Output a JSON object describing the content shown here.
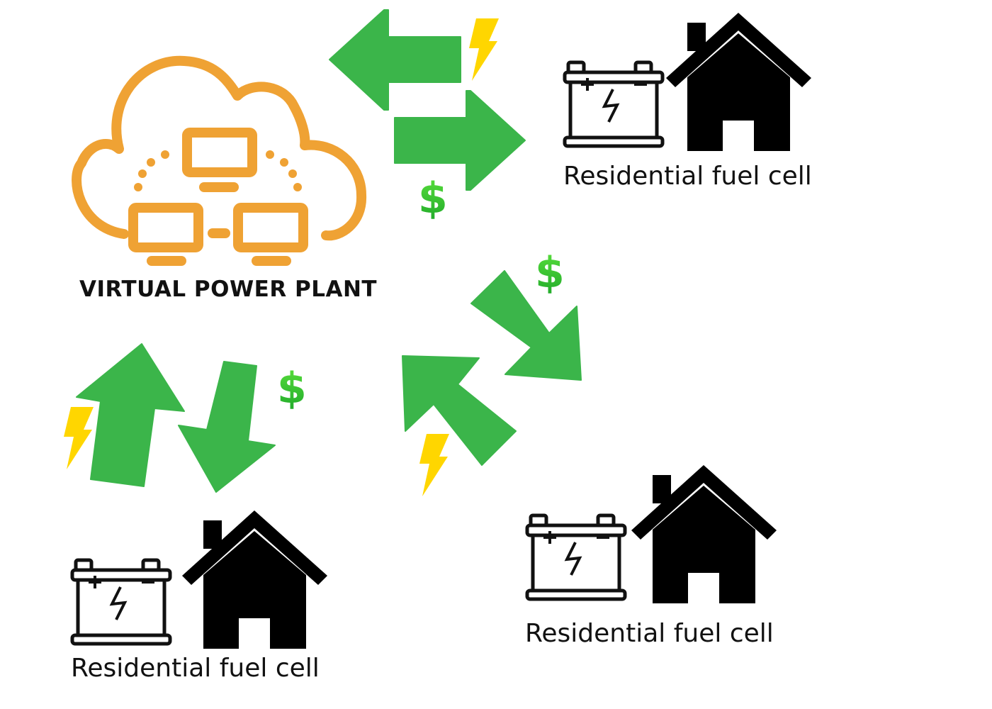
{
  "vpp": {
    "title": "VIRTUAL POWER PLANT",
    "icon": "cloud-network-icon",
    "color": "#EFA234"
  },
  "houses": [
    {
      "id": "top-right",
      "caption": "Residential fuel cell",
      "icons": [
        "battery-icon",
        "house-icon"
      ]
    },
    {
      "id": "bottom-left",
      "caption": "Residential fuel cell",
      "icons": [
        "battery-icon",
        "house-icon"
      ]
    },
    {
      "id": "bottom-right",
      "caption": "Residential fuel cell",
      "icons": [
        "battery-icon",
        "house-icon"
      ]
    }
  ],
  "flows": {
    "energy_symbol": "lightning-bolt-icon",
    "payment_symbol": "$",
    "arrow_color": "#3BB54A",
    "bolt_color": "#FFD600",
    "dollar_color": "#3DCC2E"
  }
}
